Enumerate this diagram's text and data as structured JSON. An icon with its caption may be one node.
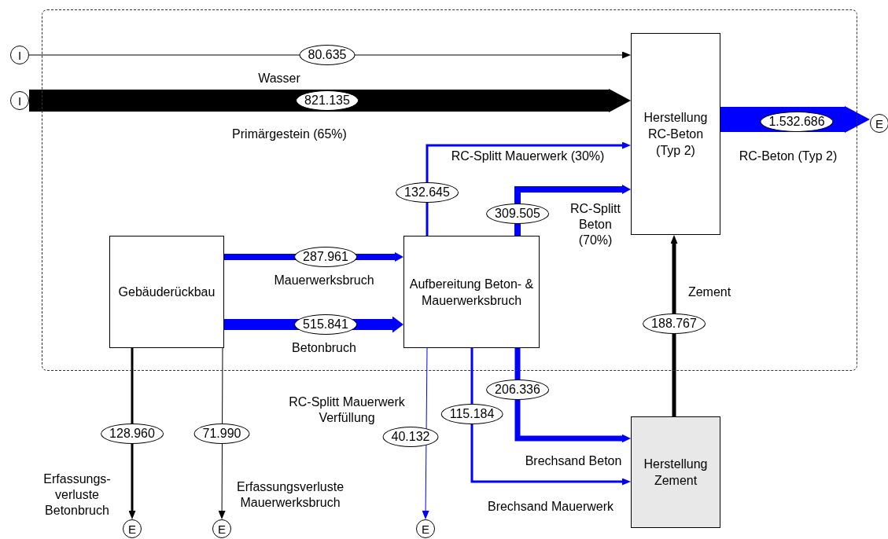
{
  "diagram": {
    "nodes": [
      {
        "text": [],
        "shape": "box"
      },
      {
        "text": [
          "I"
        ]
      },
      {
        "text": [
          "I"
        ]
      },
      {
        "text": [
          "Herstellung RC-Beton (Typ 2)"
        ],
        "in": 0
      },
      {
        "text": [
          "Gebäuderückbau"
        ],
        "in": 0
      },
      {
        "text": [
          "Aufbereitung Beton- & Mauerwerksbruch"
        ],
        "in": 0
      },
      {
        "text": [
          "Herstellung Zement"
        ]
      },
      {
        "text": [
          "E"
        ]
      },
      {
        "text": [
          "E"
        ]
      },
      {
        "text": [
          "E"
        ]
      },
      {
        "text": [
          "E"
        ]
      }
    ],
    "edges": [
      {
        "from": 1,
        "to": 3,
        "arrow": "to",
        "label": "80.635",
        "color": "#000000"
      },
      {
        "from": 2,
        "to": 3,
        "arrow": "to",
        "label": "821.135",
        "color": "#000000",
        "style": "thick"
      },
      {
        "from": 3,
        "to": 7,
        "arrow": "to",
        "label": "1.532.686",
        "style": "thick"
      },
      {
        "from": 4,
        "to": 5,
        "arrow": "to",
        "label": "287.961"
      },
      {
        "from": 4,
        "to": 5,
        "arrow": "to",
        "label": "515.841",
        "style": "thick"
      },
      {
        "from": 5,
        "to": 3,
        "arrow": "to",
        "label": "132.645"
      },
      {
        "from": 5,
        "to": 3,
        "arrow": "to",
        "label": "309.505"
      },
      {
        "from": 6,
        "to": 3,
        "arrow": "to",
        "label": "188.767",
        "color": "#000000"
      },
      {
        "from": 5,
        "to": 6,
        "arrow": "to",
        "label": "206.336"
      },
      {
        "from": 5,
        "to": 6,
        "arrow": "to",
        "label": "115.184"
      },
      {
        "from": 5,
        "to": 10,
        "arrow": "to",
        "label": "40.132"
      },
      {
        "from": 4,
        "to": 8,
        "arrow": "to",
        "label": "128.960",
        "color": "#000000"
      },
      {
        "from": 4,
        "to": 9,
        "arrow": "to",
        "label": "71.990",
        "color": "#000000"
      }
    ],
    "labels": [
      "Wasser",
      "Primärgestein (65%)",
      "RC-Splitt Mauerwerk (30%)",
      "RC-Beton (Typ 2)",
      "RC-Splitt Beton (70%)",
      "Mauerwerksbruch",
      "Zement",
      "Betonbruch",
      "RC-Splitt Mauerwerk Verfüllung",
      "Brechsand Beton",
      "Erfassungs- verluste Betonbruch",
      "Erfassungsverluste Mauerwerksbruch",
      "Brechsand Mauerwerk"
    ]
  }
}
